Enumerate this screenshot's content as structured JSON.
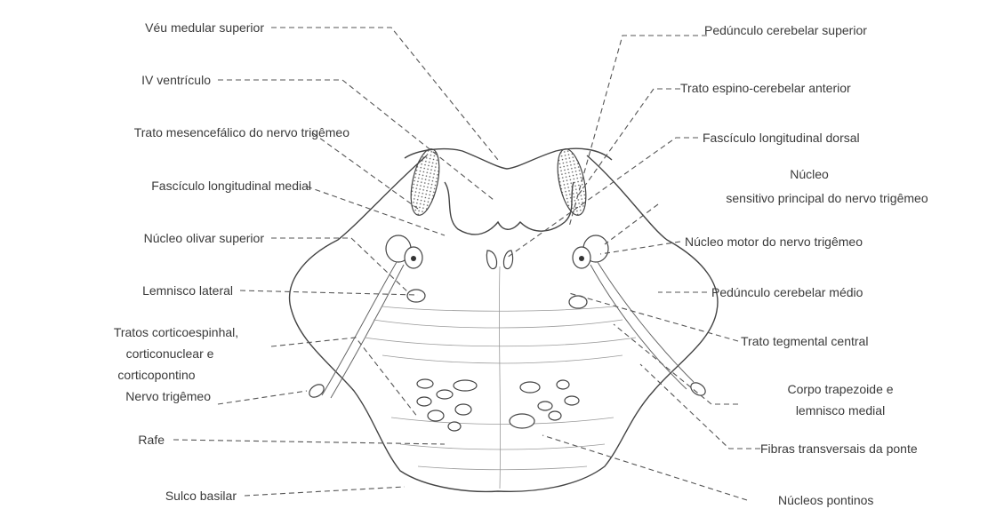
{
  "labels": {
    "veu_medular_superior": "Véu medular superior",
    "iv_ventriculo": "IV ventrículo",
    "trato_mesencefalico": "Trato mesencefálico do nervo trigêmeo",
    "fasciculo_longitudinal_medial": "Fascículo longitudinal medial",
    "nucleo_olivar_superior": "Núcleo olivar superior",
    "lemnisco_lateral": "Lemnisco lateral",
    "tratos_cortico_1": "Tratos corticoespinhal,",
    "tratos_cortico_2": "corticonuclear e",
    "tratos_cortico_3": "corticopontino",
    "nervo_trigemeo": "Nervo trigêmeo",
    "rafe": "Rafe",
    "sulco_basilar": "Sulco basilar",
    "pedunculo_cerebelar_superior": "Pedúnculo cerebelar superior",
    "trato_espino_cerebelar_anterior": "Trato espino-cerebelar anterior",
    "fasciculo_longitudinal_dorsal": "Fascículo longitudinal dorsal",
    "nucleo_sensitivo_1": "Núcleo",
    "nucleo_sensitivo_2": "sensitivo principal do nervo trigêmeo",
    "nucleo_motor": "Núcleo motor do nervo trigêmeo",
    "pedunculo_cerebelar_medio": "Pedúnculo cerebelar médio",
    "trato_tegmental_central": "Trato tegmental central",
    "corpo_trapezoide_1": "Corpo trapezoide e",
    "corpo_trapezoide_2": "lemnisco medial",
    "fibras_transversais": "Fibras transversais da ponte",
    "nucleos_pontinos": "Núcleos pontinos"
  }
}
